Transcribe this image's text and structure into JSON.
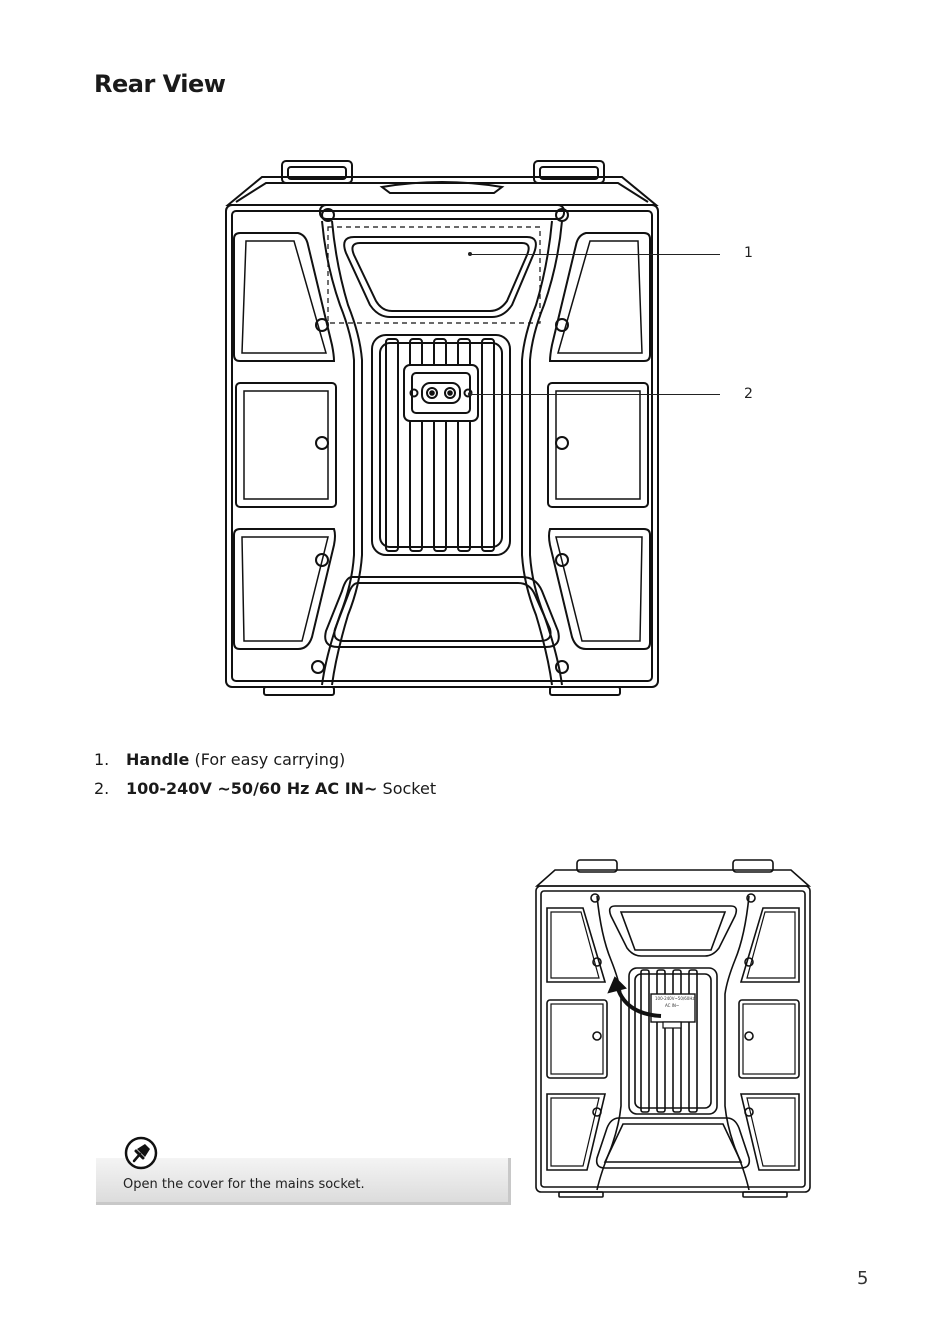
{
  "page": {
    "title": "Rear View",
    "page_number": "5"
  },
  "callouts": [
    {
      "number": "1"
    },
    {
      "number": "2"
    }
  ],
  "parts": [
    {
      "number": "1.",
      "name": "Handle",
      "description": " (For easy carrying)"
    },
    {
      "number": "2.",
      "name": "100-240V ~50/60 Hz AC IN~",
      "description": " Socket"
    }
  ],
  "note": {
    "icon": "pushpin-icon",
    "text": "Open the cover for the mains socket."
  },
  "cover_label": {
    "line1": "100-240V~50/60Hz",
    "line2": "AC IN~"
  }
}
